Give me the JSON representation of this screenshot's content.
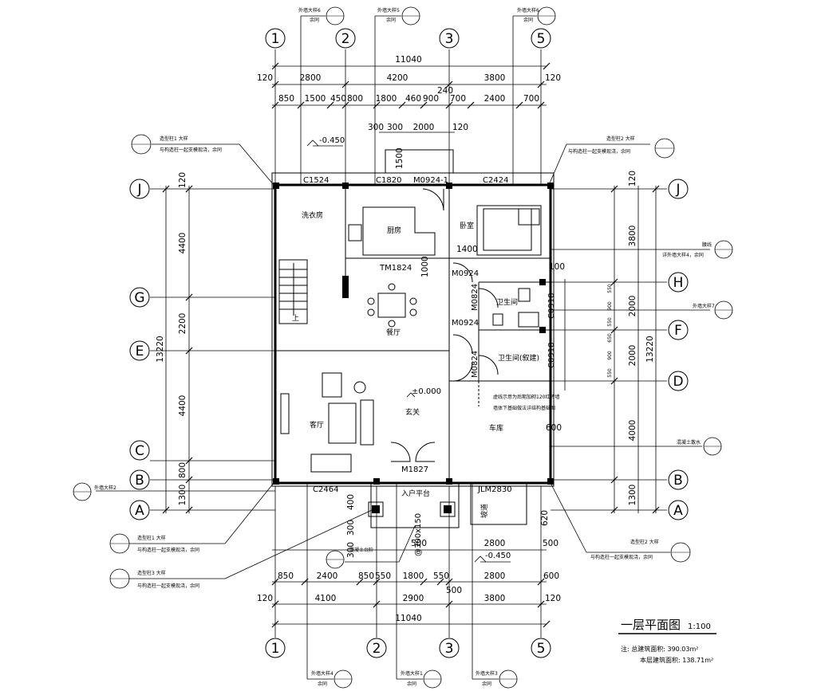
{
  "title": {
    "name": "一层平面图",
    "scale": "1:100"
  },
  "notes": {
    "total_area": "注: 总建筑面积: 390.03m²",
    "floor_area": "本层建筑面积: 138.71m²"
  },
  "axes": {
    "top": [
      "1",
      "2",
      "3",
      "5"
    ],
    "bottom": [
      "1",
      "2",
      "3",
      "5"
    ],
    "left": [
      "J",
      "G",
      "E",
      "C",
      "B",
      "A"
    ],
    "right": [
      "J",
      "H",
      "F",
      "D",
      "B",
      "A"
    ]
  },
  "dims": {
    "top_total": "11040",
    "top_row1": [
      "120",
      "2800",
      "4200",
      "3800",
      "120"
    ],
    "top_row2": [
      "850",
      "1500",
      "450",
      "800",
      "1800",
      "460",
      "900",
      "700",
      "2400",
      "700"
    ],
    "top_240": "240",
    "top_row3": [
      "300",
      "300",
      "2000",
      "120"
    ],
    "bot_row1": [
      "850",
      "2400",
      "850",
      "550",
      "1800",
      "550",
      "2800",
      "600"
    ],
    "bot_500": "500",
    "bot_row2": [
      "120",
      "4100",
      "2900",
      "3800",
      "120"
    ],
    "bot_total": "11040",
    "bot_upper": [
      "500",
      "2800",
      "500"
    ],
    "left_total": "13220",
    "left_sub": [
      "120",
      "4400",
      "2200",
      "4400",
      "800",
      "1300"
    ],
    "right_total": "13220",
    "right_sub": [
      "120",
      "3800",
      "2000",
      "2000",
      "4000",
      "1300"
    ],
    "right_small": [
      "550",
      "900",
      "550",
      "650",
      "900",
      "550"
    ],
    "misc": [
      "1500",
      "1400",
      "1000",
      "100",
      "600",
      "620",
      "400",
      "300",
      "300"
    ]
  },
  "rooms": {
    "laundry": "洗衣房",
    "kitchen": "厨房",
    "bedroom": "卧室",
    "dining": "餐厅",
    "bath1": "卫生间",
    "bath2": "卫生间(叙建)",
    "living": "客厅",
    "foyer": "玄关",
    "garage": "车库",
    "entrance": "入户平台",
    "up": "上",
    "ramp": "坡道"
  },
  "elevations": {
    "outside_top": "-0.450",
    "inside": "±0.000",
    "outside_bottom": "-0.450"
  },
  "openings": {
    "c1524": "C1524",
    "c1820": "C1820",
    "m0924_1": "M0924-1",
    "c2424": "C2424",
    "tm1824": "TM1824",
    "m0924_a": "M0924",
    "m0924_b": "M0924",
    "m0824_a": "M0824",
    "m0824_b": "M0824",
    "c0918_a": "C0918",
    "c0918_b": "C0918",
    "m1827": "M1827",
    "c2464": "C2464",
    "jlm2830": "JLM2830",
    "col": "@300x150"
  },
  "callouts": {
    "top": [
      "外墙大样6",
      "外墙大样5",
      "外墙大样6"
    ],
    "top_sub": [
      "余同",
      "余同",
      "余同"
    ],
    "bottom": [
      "外墙大样4",
      "外墙大样1",
      "外墙大样3"
    ],
    "bottom_sub": [
      "余同",
      "余同",
      "余同"
    ],
    "col1_top": "造型柱1 大样",
    "col1_top_sub": "与构造柱一起支模现浇，余同",
    "col2_top": "造型柱2 大样",
    "col2_top_sub": "与构造柱一起支模现浇，余同",
    "col1_bot": "造型柱1 大样",
    "col1_bot_sub": "与构造柱一起支模现浇，余同",
    "col3_bot": "造型柱3 大样",
    "col3_bot_sub": "与构造柱一起支模现浇，余同",
    "col2_bot": "造型柱2 大样",
    "col2_bot_sub": "与构造柱一起支模现浇，余同",
    "waist": "腰线",
    "waist_sub": "详外墙大样4，余同",
    "wall7": "外墙大样7",
    "wall2": "外墙大样2",
    "drain": "混凝土散水",
    "step": "混凝土台阶",
    "note_line1": "虚线示意为后期加砌120红砖墙",
    "note_line2": "墙体下基础做法详结构基础图",
    "sym": "—"
  }
}
